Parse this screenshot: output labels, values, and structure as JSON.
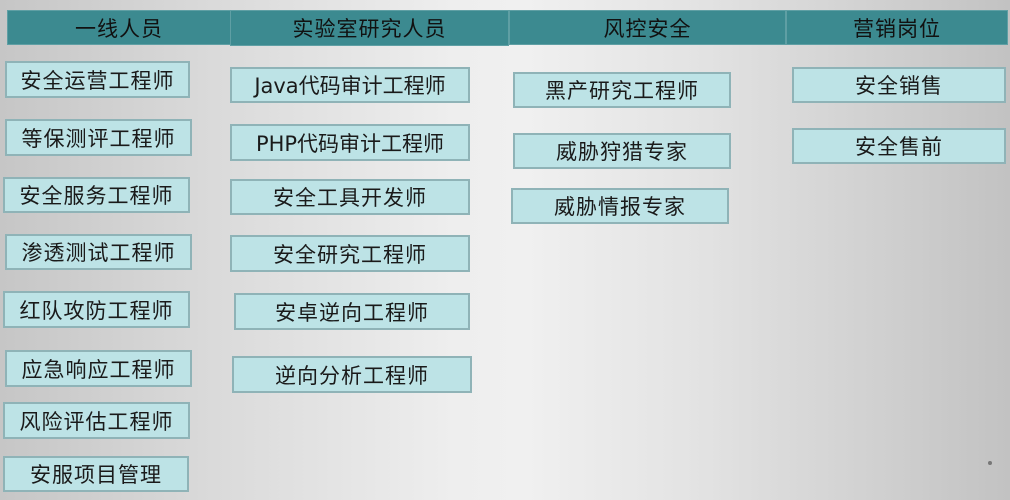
{
  "columns": [
    {
      "header": "一线人员",
      "items": [
        "安全运营工程师",
        "等保测评工程师",
        "安全服务工程师",
        "渗透测试工程师",
        "红队攻防工程师",
        "应急响应工程师",
        "风险评估工程师",
        "安服项目管理"
      ]
    },
    {
      "header": "实验室研究人员",
      "items": [
        "Java代码审计工程师",
        "PHP代码审计工程师",
        "安全工具开发师",
        "安全研究工程师",
        "安卓逆向工程师",
        "逆向分析工程师"
      ]
    },
    {
      "header": "风控安全",
      "items": [
        "黑产研究工程师",
        "威胁狩猎专家",
        "威胁情报专家"
      ]
    },
    {
      "header": "营销岗位",
      "items": [
        "安全销售",
        "安全售前"
      ]
    }
  ],
  "colors": {
    "header_bg": "#3c8a90",
    "box_bg": "#bde3e6",
    "box_border": "#8fb3b7"
  }
}
